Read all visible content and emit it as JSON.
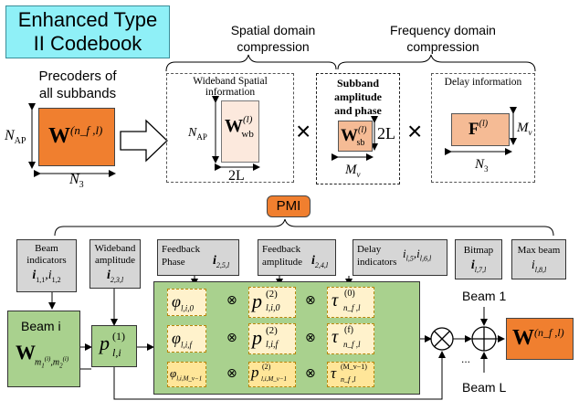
{
  "title": {
    "line1": "Enhanced Type",
    "line2": "II Codebook"
  },
  "headers": {
    "spatial": "Spatial domain compression",
    "frequency": "Frequency domain compression"
  },
  "precoders": {
    "label_line1": "Precoders of",
    "label_line2": "all subbands",
    "matrix": "W",
    "matrix_sup": "(n_f ,l)",
    "rows_dim": "N",
    "rows_sub": "AP",
    "cols_dim": "N",
    "cols_sub": "3"
  },
  "wideband": {
    "label_line1": "Wideband Spatial",
    "label_line2": "information",
    "matrix": "W",
    "matrix_sup": "(l)",
    "matrix_sub": "wb",
    "rows_dim": "N",
    "rows_sub": "AP",
    "cols_dim": "2L"
  },
  "subband": {
    "label_line1": "Subband",
    "label_line2": "amplitude",
    "label_line3": "and phase",
    "matrix": "W",
    "matrix_sup": "(l)",
    "matrix_sub": "sb",
    "rows_dim": "2L",
    "cols_dim": "M",
    "cols_sub": "v"
  },
  "delay": {
    "label": "Delay information",
    "matrix": "F",
    "matrix_sup": "(l)",
    "rows_dim": "M",
    "rows_sub": "v",
    "cols_dim": "N",
    "cols_sub": "3"
  },
  "operators": {
    "times": "×"
  },
  "pmi": "PMI",
  "indicators": [
    {
      "text1": "Beam",
      "text2": "indicators",
      "sym": "i",
      "sub": "1,1",
      "sym2": "i",
      "sub2": "1,2"
    },
    {
      "text1": "Wideband",
      "text2": "amplitude",
      "sym": "i",
      "sub": "2,3,l"
    },
    {
      "text1": "Feedback",
      "text2": "Phase",
      "sym": "i",
      "sub": "2,5,l"
    },
    {
      "text1": "Feedback",
      "text2": "amplitude",
      "sym": "i",
      "sub": "2,4,l"
    },
    {
      "text1": "Delay",
      "text2": "indicators",
      "sym": "i",
      "sub": "l,5",
      "sym2": "i",
      "sub2": "l,6,l"
    },
    {
      "text1": "Bitmap",
      "sym": "i",
      "sub": "l,7,l"
    },
    {
      "text1": "Max beam",
      "sym": "i",
      "sub": "l,8,l"
    }
  ],
  "beam_i": {
    "label": "Beam i",
    "sym": "W",
    "sub": "m",
    "sub_sup1": "(i)",
    "sub1": "1",
    "sub_sup2": "(i)",
    "sub2": "2"
  },
  "p1": {
    "sym": "p",
    "sup": "(1)",
    "sub": "l,i"
  },
  "phi": [
    {
      "sym": "φ",
      "sub": "l,i,0"
    },
    {
      "sym": "φ",
      "sub": "l,i,f"
    },
    {
      "sym": "φ",
      "sub": "l,i,M_v−1"
    }
  ],
  "p2": [
    {
      "sym": "p",
      "sup": "(2)",
      "sub": "l,i,0"
    },
    {
      "sym": "p",
      "sup": "(2)",
      "sub": "l,i,f"
    },
    {
      "sym": "p",
      "sup": "(2)",
      "sub": "l,i,M_v−1"
    }
  ],
  "tau": [
    {
      "sym": "τ",
      "sup": "(0)",
      "sub": "n_f ,l"
    },
    {
      "sym": "τ",
      "sup": "(f)",
      "sub": "n_f ,l"
    },
    {
      "sym": "τ",
      "sup": "(M_v−1)",
      "sub": "n_f ,l"
    }
  ],
  "beams": {
    "top": "Beam 1",
    "bottom": "Beam L",
    "ellipsis": "..."
  },
  "output": {
    "matrix": "W",
    "matrix_sup": "(n_f ,l)"
  },
  "colors": {
    "title_bg": "#8ff0f7",
    "orange": "#f07f2f",
    "peach": "#f5bb95",
    "green": "#a9d18e",
    "yellow": "#fff2cc",
    "gray": "#d6d6d6"
  }
}
